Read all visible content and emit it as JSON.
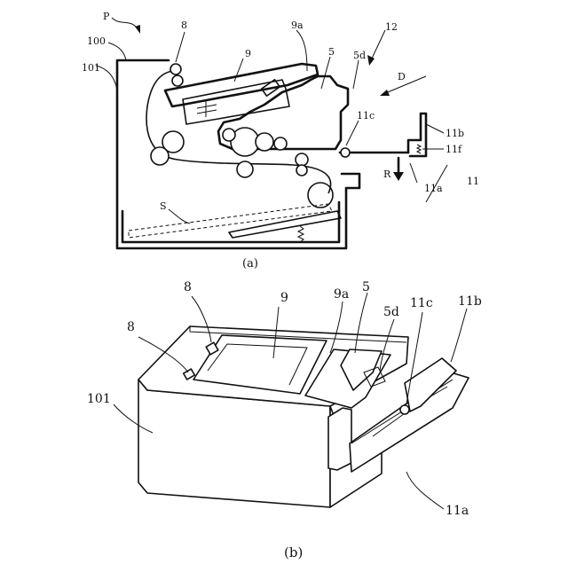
{
  "figure_a": {
    "caption": "(a)",
    "labels": {
      "p": "P",
      "n8": "8",
      "n100": "100",
      "n101": "101",
      "n9": "9",
      "n9a": "9a",
      "n5": "5",
      "n5d": "5d",
      "n12": "12",
      "d": "D",
      "n11c": "11c",
      "n11b": "11b",
      "n11f": "11f",
      "r": "R",
      "n11a": "11a",
      "n11": "11",
      "s": "S"
    }
  },
  "figure_b": {
    "caption": "(b)",
    "labels": {
      "n8_top": "8",
      "n8_left": "8",
      "n9": "9",
      "n9a": "9a",
      "n5": "5",
      "n5d": "5d",
      "n11c": "11c",
      "n11b": "11b",
      "n101": "101",
      "n11a": "11a"
    }
  }
}
